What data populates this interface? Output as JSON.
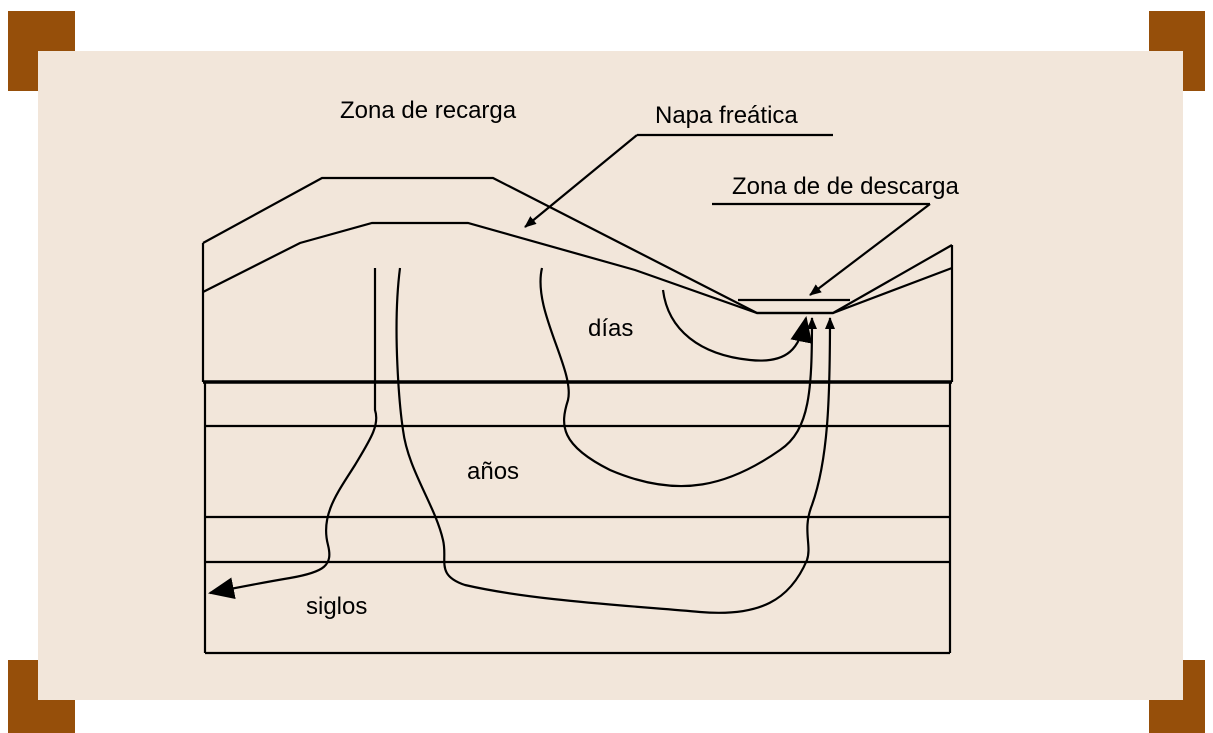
{
  "colors": {
    "frame": "#964f0a",
    "background": "#f2e6da",
    "ink": "#000000"
  },
  "labels": {
    "recharge_zone": "Zona de recarga",
    "water_table": "Napa freática",
    "discharge_zone": "Zona de de descarga",
    "days": "días",
    "years": "años",
    "centuries": "siglos"
  }
}
